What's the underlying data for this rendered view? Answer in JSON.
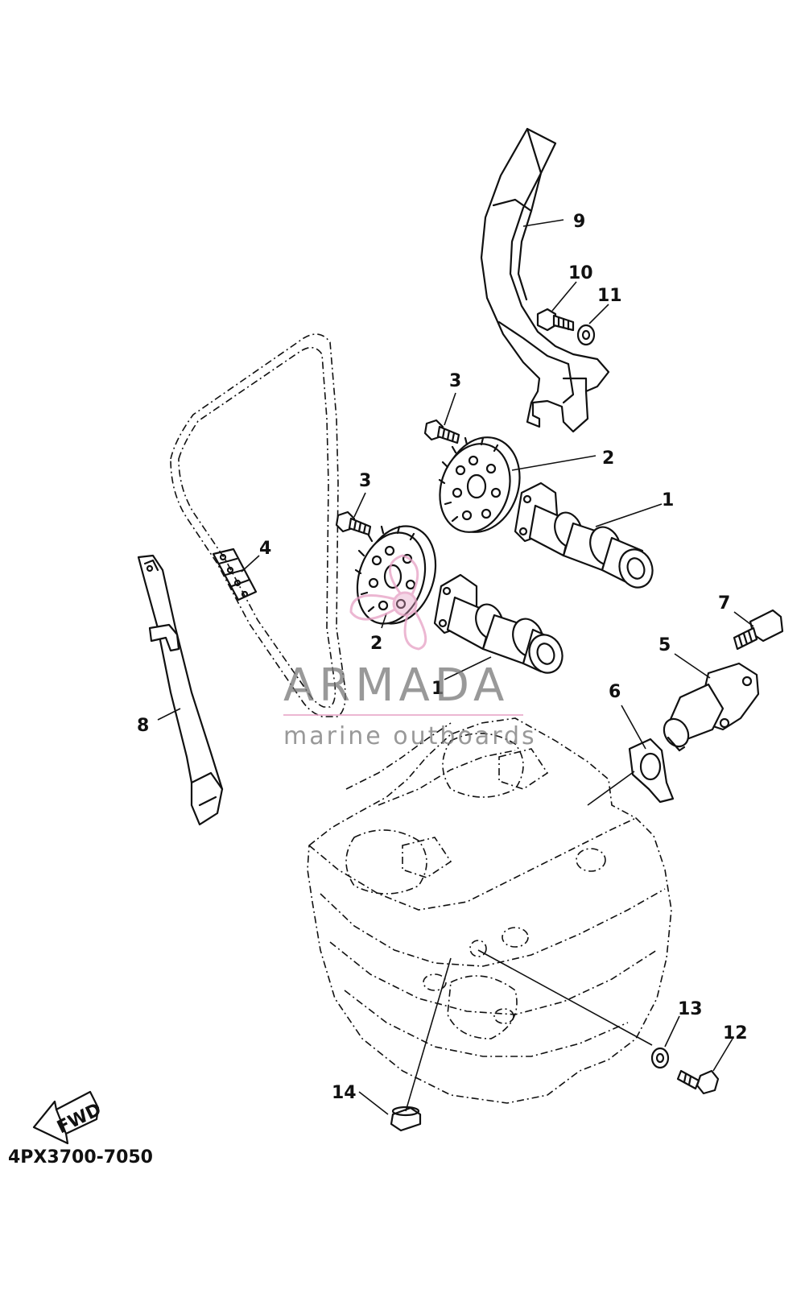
{
  "diagram": {
    "part_code": "4PX3700-7050",
    "fwd_label": "FWD",
    "callouts": [
      {
        "id": "1a",
        "label": "1"
      },
      {
        "id": "1b",
        "label": "1"
      },
      {
        "id": "2a",
        "label": "2"
      },
      {
        "id": "2b",
        "label": "2"
      },
      {
        "id": "3a",
        "label": "3"
      },
      {
        "id": "3b",
        "label": "3"
      },
      {
        "id": "4",
        "label": "4"
      },
      {
        "id": "5",
        "label": "5"
      },
      {
        "id": "6",
        "label": "6"
      },
      {
        "id": "7",
        "label": "7"
      },
      {
        "id": "8",
        "label": "8"
      },
      {
        "id": "9",
        "label": "9"
      },
      {
        "id": "10",
        "label": "10"
      },
      {
        "id": "11",
        "label": "11"
      },
      {
        "id": "12",
        "label": "12"
      },
      {
        "id": "13",
        "label": "13"
      },
      {
        "id": "14",
        "label": "14"
      }
    ]
  },
  "watermark": {
    "brand": "ARMADA",
    "tagline": "marine outboards",
    "brand_color": "#6f6f6f",
    "logo_color": "#e6a0c4"
  }
}
